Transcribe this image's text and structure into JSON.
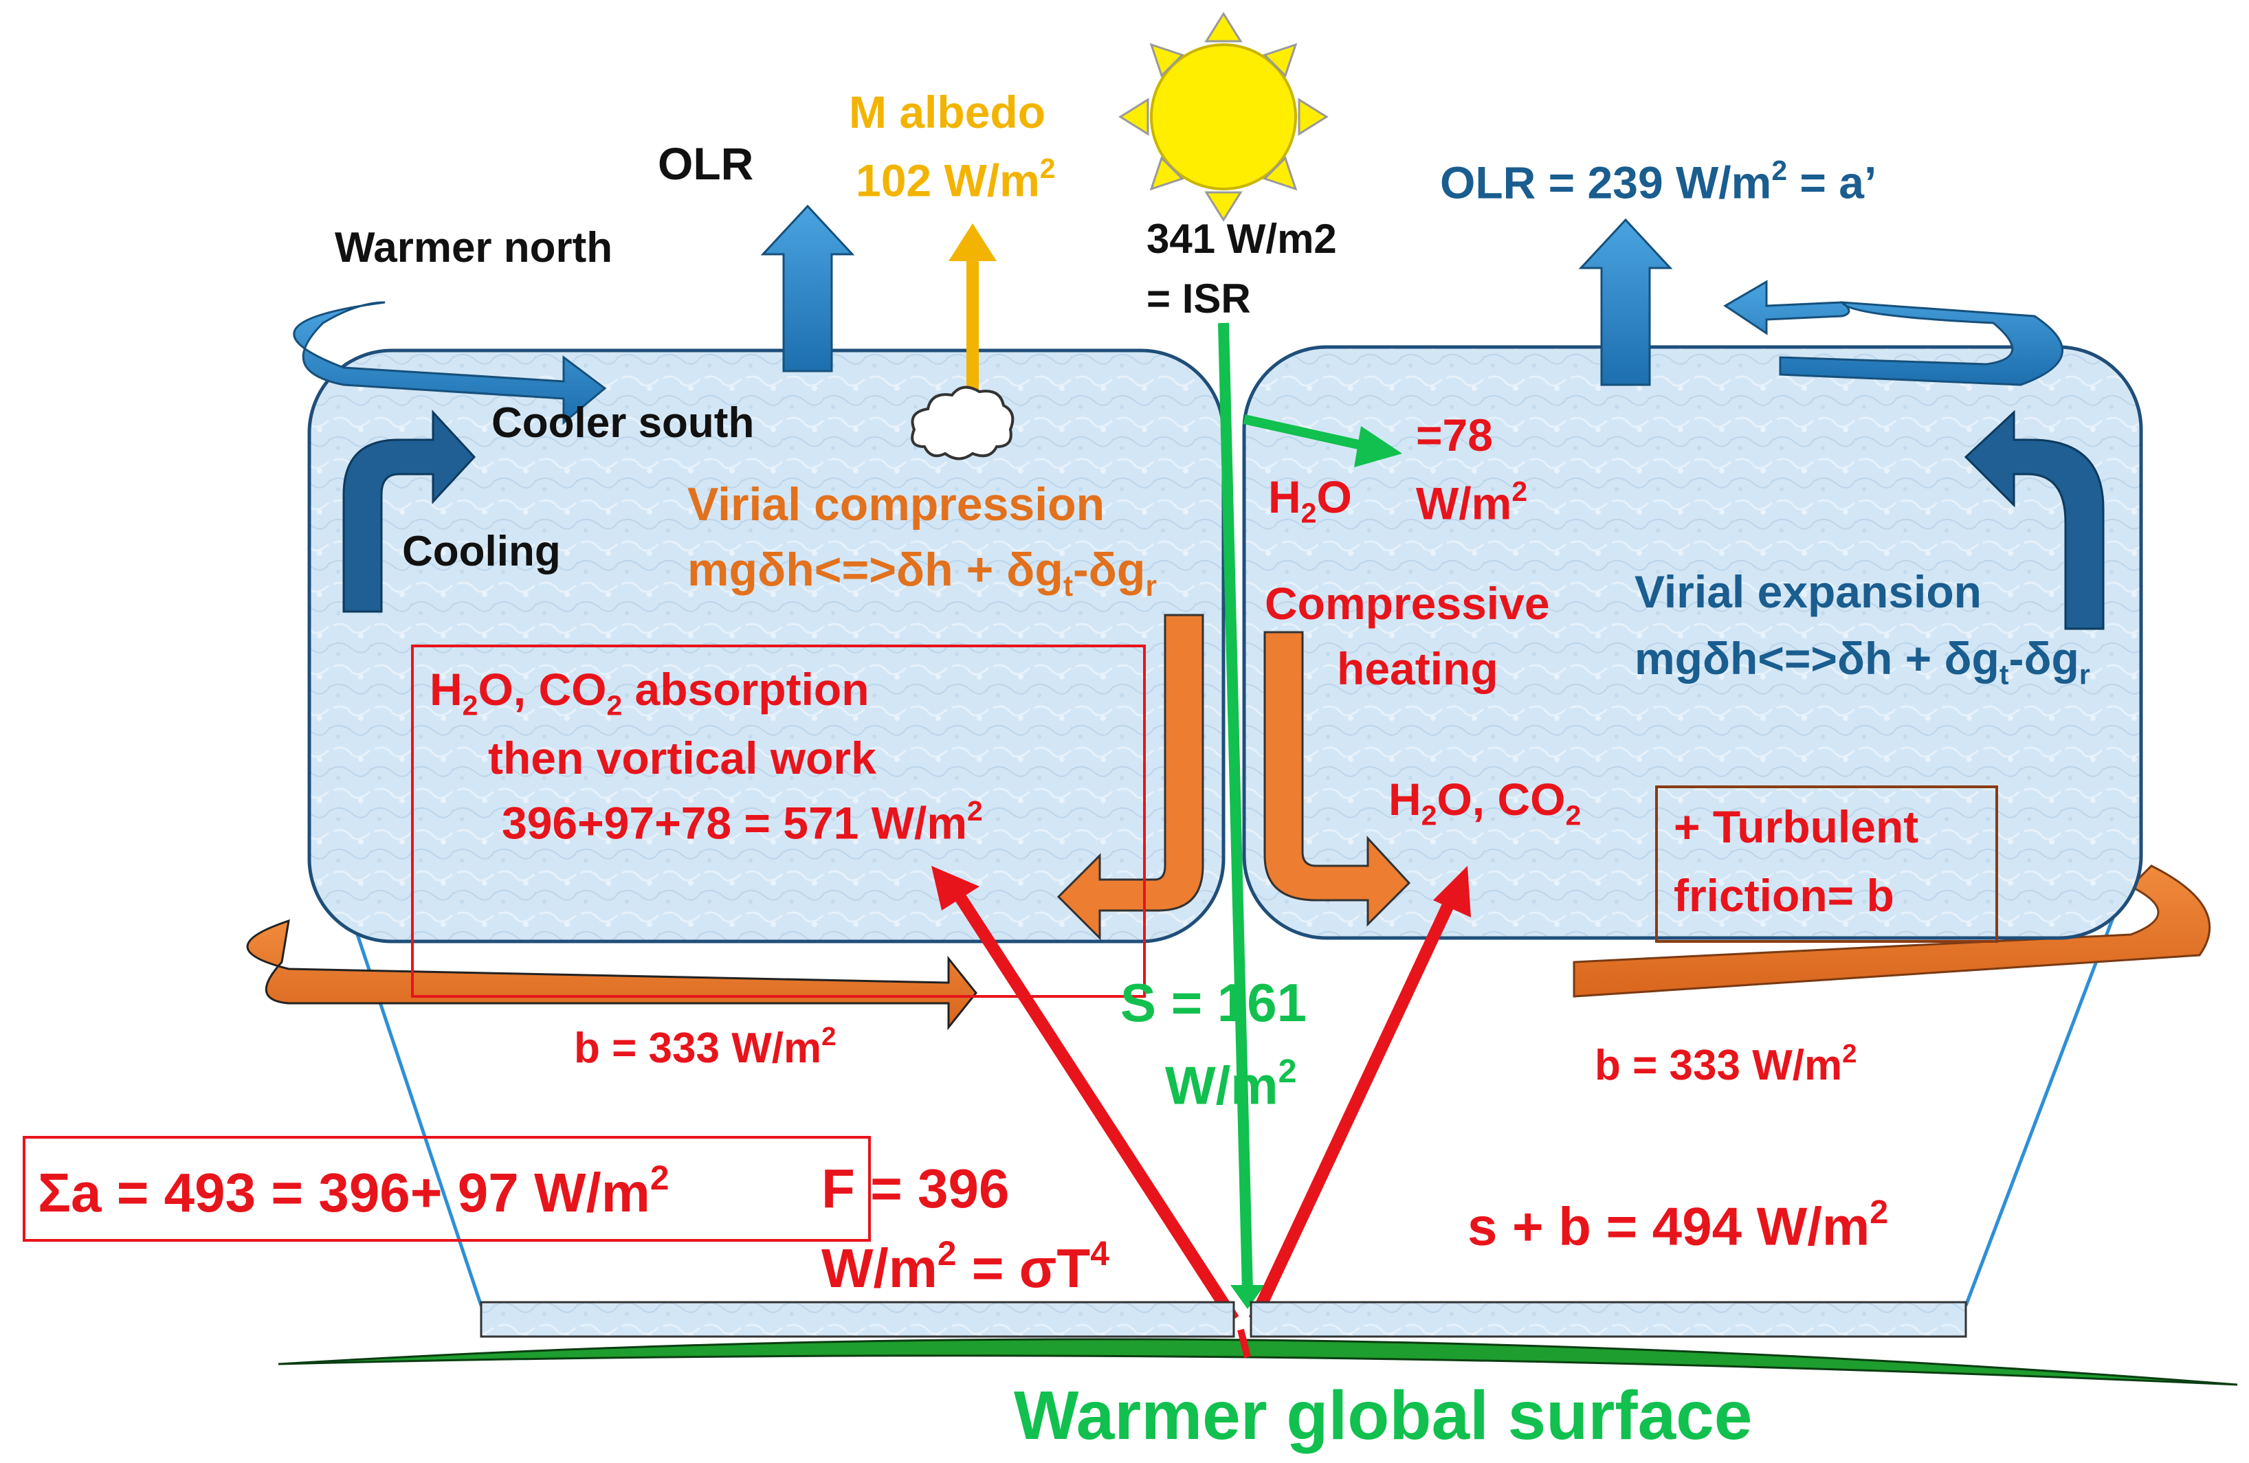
{
  "labels": {
    "olr_left": "OLR",
    "albedo_line1": "M albedo",
    "albedo_value": "102 W/m",
    "albedo_sup": "2",
    "isr_line1": "341 W/m2",
    "isr_line2": "= ISR",
    "olr_right_a": "OLR = 239 W/m",
    "olr_right_sup": "2",
    "olr_right_b": " = a’",
    "warmer_north": "Warmer north",
    "cooler_south": "Cooler south",
    "cooling": "Cooling",
    "virial_compression": "Virial compression",
    "virial_compression_eq_a": "mgδh<=>δh + δg",
    "virial_compression_eq_sub1": "t",
    "virial_compression_eq_b": "-δg",
    "virial_compression_eq_sub2": "r",
    "h2o_absorption_a": "H",
    "h2o_absorption_sub1": "2",
    "h2o_absorption_b": "O, CO",
    "h2o_absorption_sub2": "2",
    "h2o_absorption_c": " absorption",
    "vortical_work": "then vortical work",
    "sum_571": "396+97+78 = 571 W/m",
    "sum_571_sup": "2",
    "h2o_right_a": "H",
    "h2o_right_sub": "2",
    "h2o_right_b": "O",
    "eq78_line1": "=78",
    "eq78_line2": "W/m",
    "eq78_sup": "2",
    "compressive": "Compressive",
    "heating": "heating",
    "virial_expansion": "Virial expansion",
    "virial_expansion_eq_a": "mgδh<=>δh + δg",
    "virial_expansion_eq_sub1": "t",
    "virial_expansion_eq_b": "-δg",
    "virial_expansion_eq_sub2": "r",
    "h2o_co2_right_a": "H",
    "h2o_co2_right_sub1": "2",
    "h2o_co2_right_b": "O, CO",
    "h2o_co2_right_sub2": "2",
    "turbulent_line1": "+ Turbulent",
    "turbulent_line2": "friction= b",
    "b_left": "b = 333 W/m",
    "b_left_sup": "2",
    "b_right": "b = 333 W/m",
    "b_right_sup": "2",
    "s_line1": "S  =  161",
    "s_line2": "W/m",
    "s_sup": "2",
    "sigma_a": "Σa = 493 = 396+ 97 W/m",
    "sigma_a_sup": "2",
    "f_line1": "F = 396",
    "f_line2_a": "W/m",
    "f_line2_sup": "2",
    "f_line2_b": " = σT",
    "f_line2_sup2": "4",
    "s_plus_b": "s + b = 494 W/m",
    "s_plus_b_sup": "2",
    "surface": "Warmer global surface"
  },
  "colors": {
    "red": "#e8141b",
    "orange_text": "#e2711d",
    "orange_arrow": "#ed7d31",
    "blue_text": "#1a5d8f",
    "blue_arrow": "#2e86c9",
    "dark_blue_arrow": "#1f5f94",
    "gold": "#f2b400",
    "green": "#11c04e",
    "surface_green": "#1e9e2e",
    "cell_fill": "#cfe3f3",
    "sun_fill": "#ffee00"
  }
}
